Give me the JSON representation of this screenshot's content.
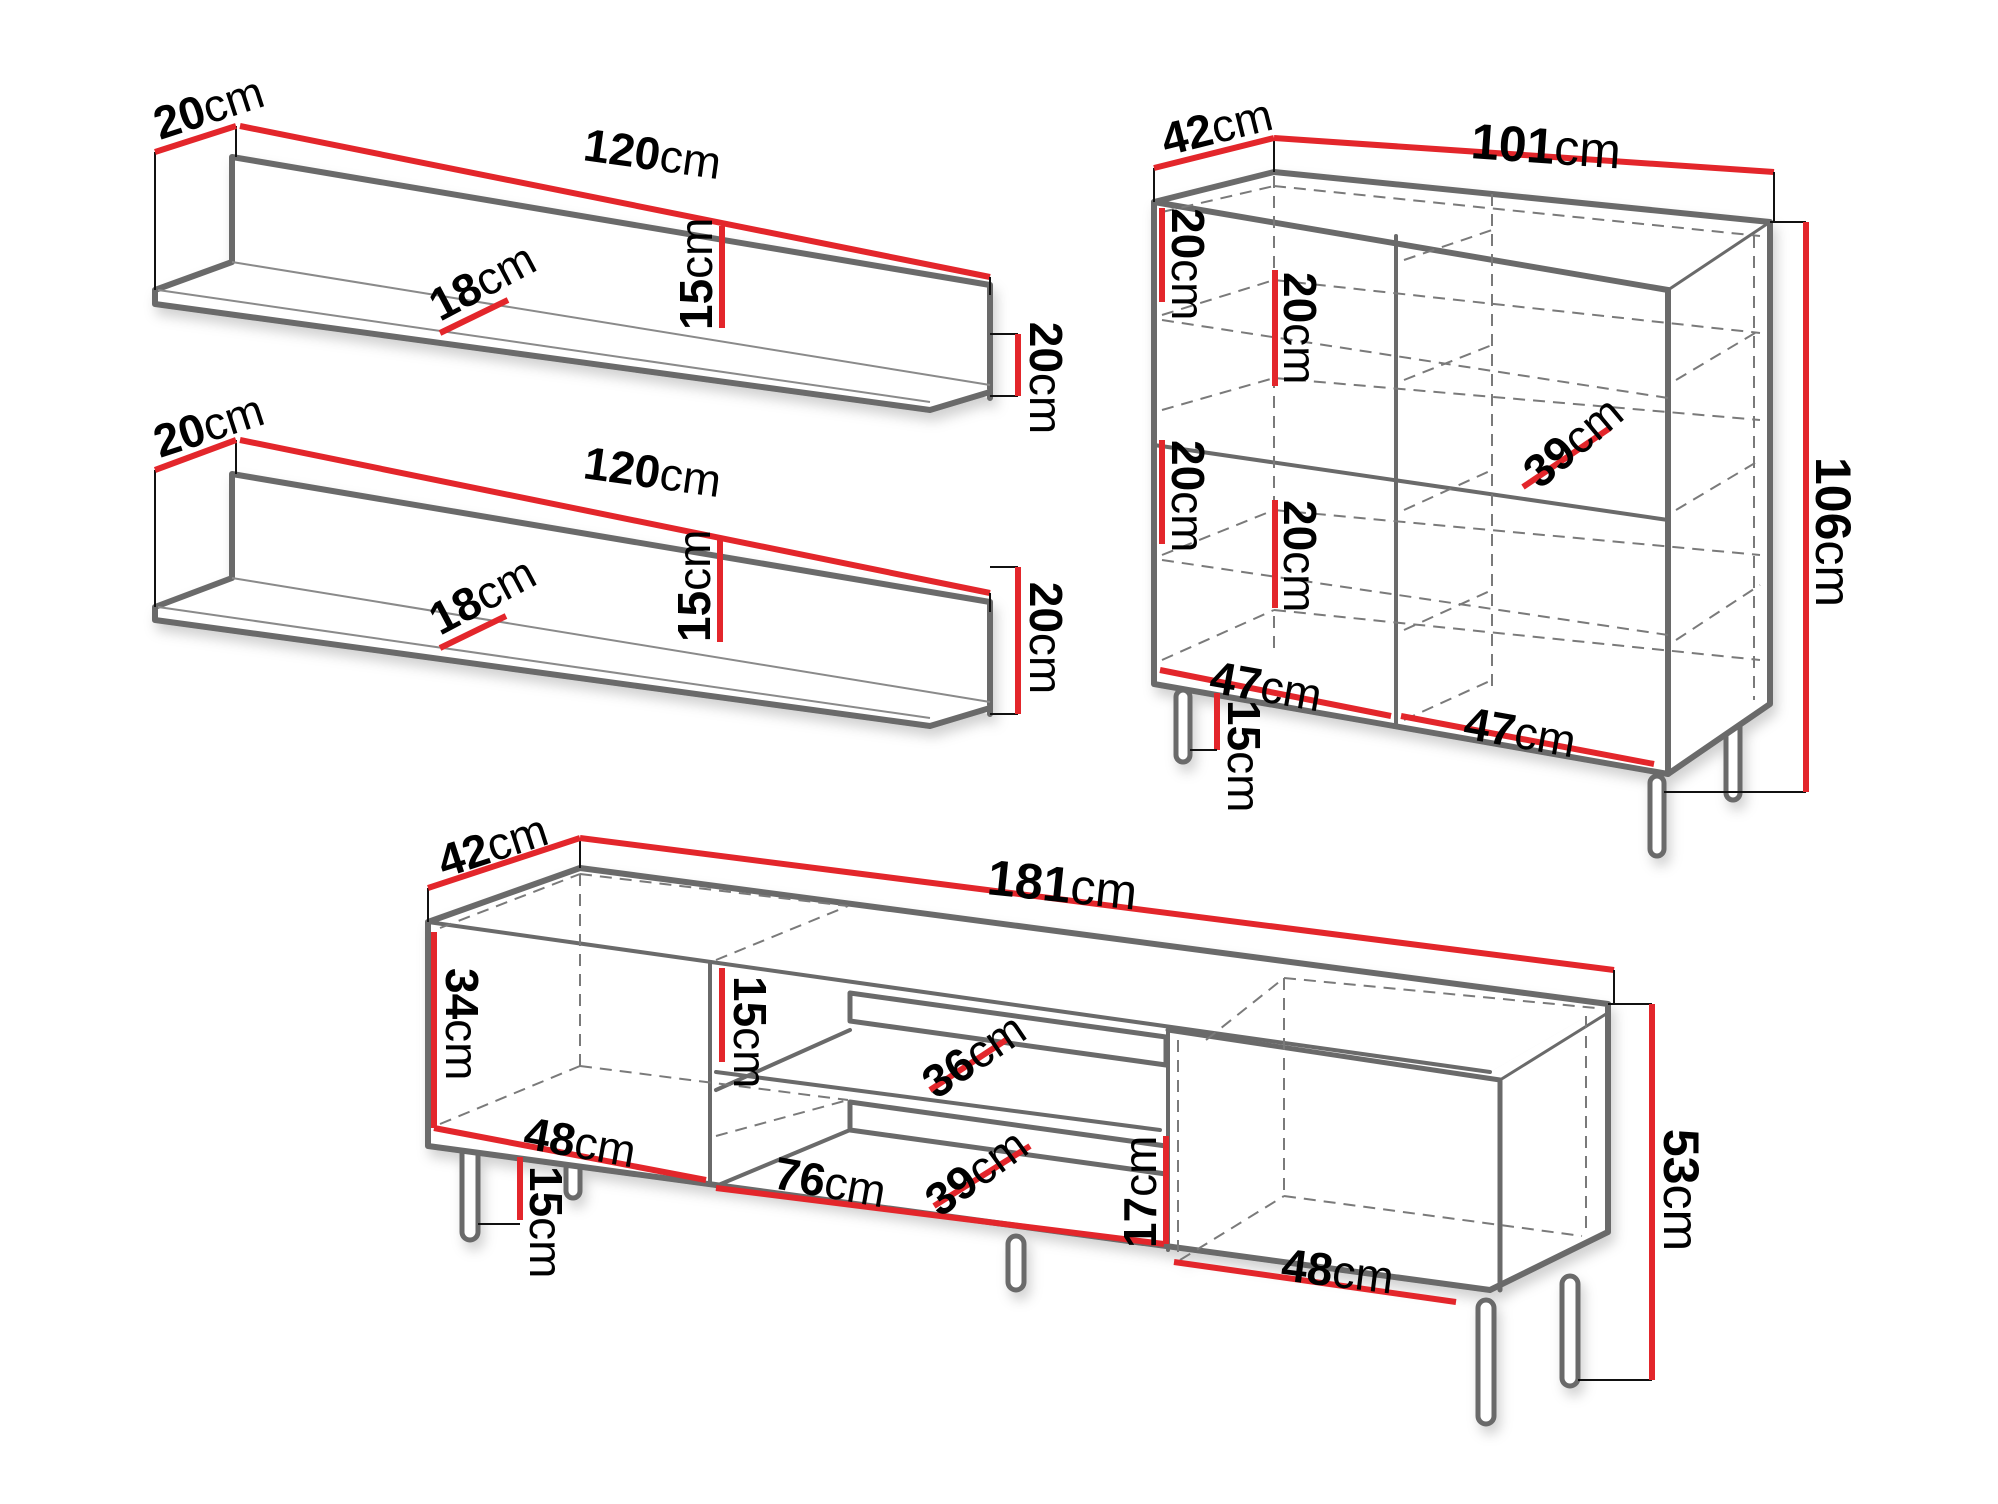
{
  "diagram": {
    "accent_color": "#e3262b",
    "outline_color": "#6b6b6b",
    "units": "cm",
    "items": {
      "wall_shelf_1": {
        "depth": "20",
        "width": "120",
        "inner_depth": "18",
        "back_height": "15",
        "total_height": "20"
      },
      "wall_shelf_2": {
        "depth": "20",
        "width": "120",
        "inner_depth": "18",
        "back_height": "15",
        "total_height": "20"
      },
      "highboard_cabinet": {
        "depth": "42",
        "width": "101",
        "total_height": "106",
        "shelf_height_left_top": "20",
        "shelf_height_inner_top": "20",
        "shelf_height_left_bottom": "20",
        "shelf_height_inner_bottom": "20",
        "inner_depth": "39",
        "compartment_width_left": "47",
        "compartment_width_right": "47",
        "leg_height": "15"
      },
      "tv_stand": {
        "depth": "42",
        "width": "181",
        "total_height": "53",
        "left_compartment_height": "34",
        "left_compartment_width": "48",
        "leg_height": "15",
        "middle_top_height": "15",
        "middle_shelf_depth": "36",
        "middle_width": "76",
        "middle_inner_depth": "39",
        "middle_bottom_height": "17",
        "right_compartment_width": "48"
      }
    }
  }
}
